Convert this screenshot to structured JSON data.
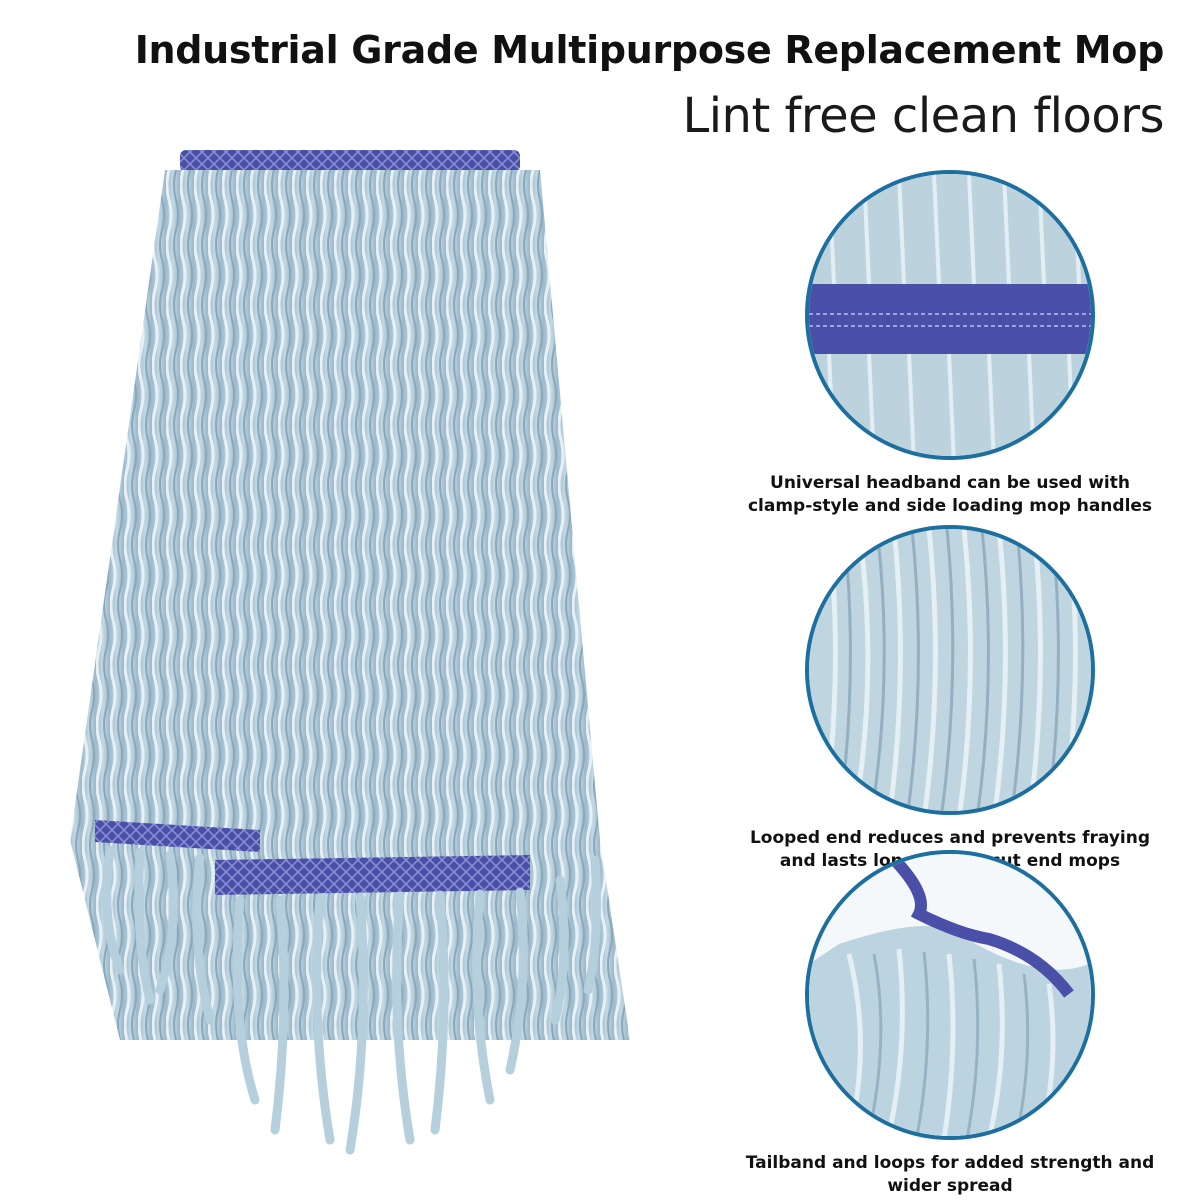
{
  "title": "Industrial Grade Multipurpose Replacement Mop",
  "subtitle": "Lint free clean floors",
  "features": [
    {
      "icon": "headband-closeup",
      "caption": "Universal headband can be used with clamp-style and side loading mop handles"
    },
    {
      "icon": "looped-end-closeup",
      "caption": "Looped end reduces and prevents fraying and lasts longer than cut end mops"
    },
    {
      "icon": "tailband-closeup",
      "caption": "Tailband and loops for added strength and wider spread"
    }
  ],
  "colors": {
    "yarn": "#a9c6d6",
    "band": "#4a4fa8",
    "ring": "#1c6f9f"
  }
}
